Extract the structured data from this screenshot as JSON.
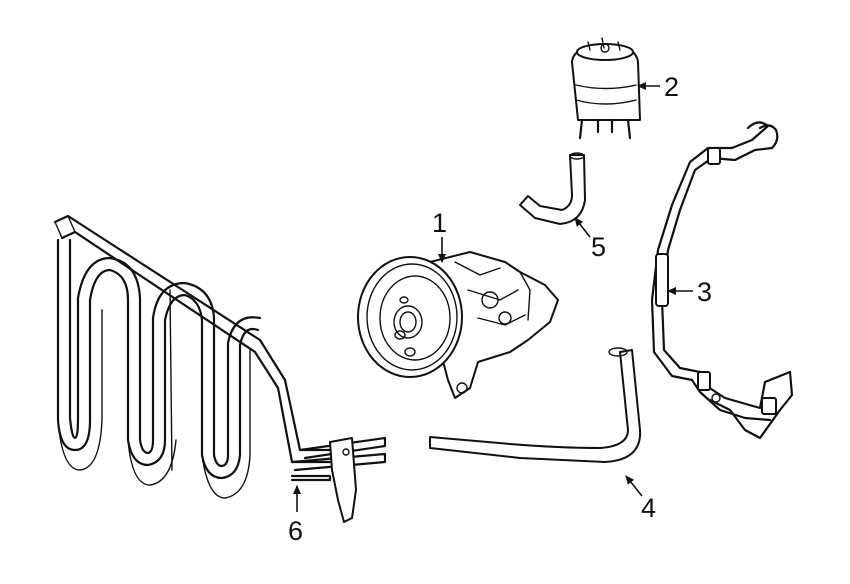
{
  "parts": [
    {
      "number": "1",
      "part": "power-steering-pump"
    },
    {
      "number": "2",
      "part": "fluid-reservoir"
    },
    {
      "number": "3",
      "part": "pressure-hose"
    },
    {
      "number": "4",
      "part": "return-hose"
    },
    {
      "number": "5",
      "part": "supply-hose"
    },
    {
      "number": "6",
      "part": "cooler-line"
    }
  ]
}
